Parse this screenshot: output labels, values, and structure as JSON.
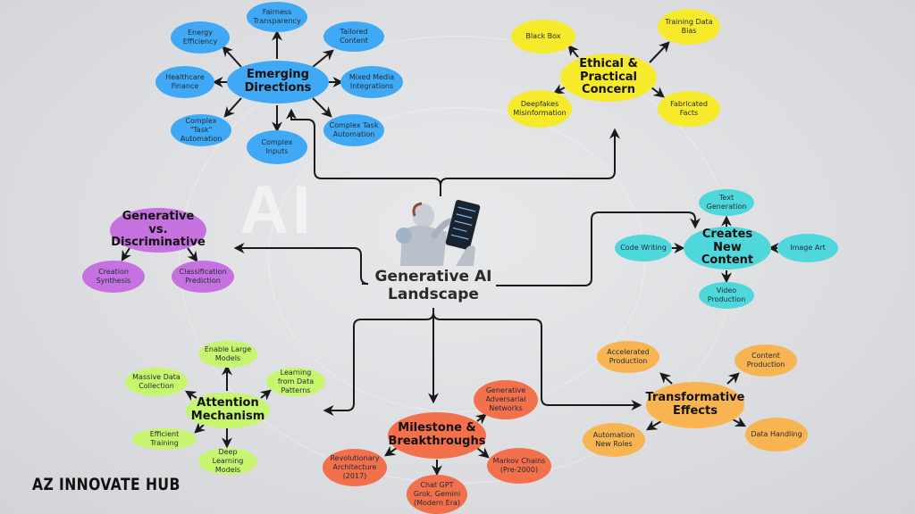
{
  "title": "Generative AI Landscape",
  "brand": "AZ INNOVATE HUB",
  "colors": {
    "emerging": "#3fa9f5",
    "ethical": "#f7ea2a",
    "creates": "#4fd8db",
    "generative": "#c671e0",
    "attention": "#c7f56e",
    "milestone": "#f2704b",
    "transformative": "#f8b450",
    "connector": "#1a1a1a"
  },
  "background": {
    "watermark": "AI"
  },
  "clusters": {
    "emerging": {
      "label": "Emerging Directions",
      "children": [
        "Fairness Transparency",
        "Tailored Content",
        "Mixed Media Integrations",
        "Complex Task Automation",
        "Complex Inputs",
        "Complex \"Task\" Automation",
        "Healthcare Finance",
        "Energy Efficiency"
      ]
    },
    "ethical": {
      "label": "Ethical & Practical Concern",
      "children": [
        "Black Box",
        "Training Data Bias",
        "Fabricated Facts",
        "Deepfakes Misinformation"
      ]
    },
    "creates": {
      "label": "Creates New Content",
      "children": [
        "Text Generation",
        "Image Art",
        "Video Production",
        "Code Writing"
      ]
    },
    "generative": {
      "label": "Generative vs. Discriminative",
      "children": [
        "Creation Synthesis",
        "Classification Prediction"
      ]
    },
    "attention": {
      "label": "Attention Mechanism",
      "children": [
        "Enable Large Models",
        "Learning from Data Patterns",
        "Deep Learning Models",
        "Efficient Training",
        "Massive Data Collection"
      ]
    },
    "milestone": {
      "label": "Milestone & Breakthroughs",
      "children": [
        "Generative Adversarial Networks",
        "Markov Chains (Pre-2000)",
        "Chat GPT Grok, Gemini (Modern Era)",
        "Revolutionary Architecture (2017)"
      ]
    },
    "transformative": {
      "label": "Transformative Effects",
      "children": [
        "Accelerated Production",
        "Content Production",
        "Data Handling",
        "Automation New Roles"
      ]
    }
  }
}
